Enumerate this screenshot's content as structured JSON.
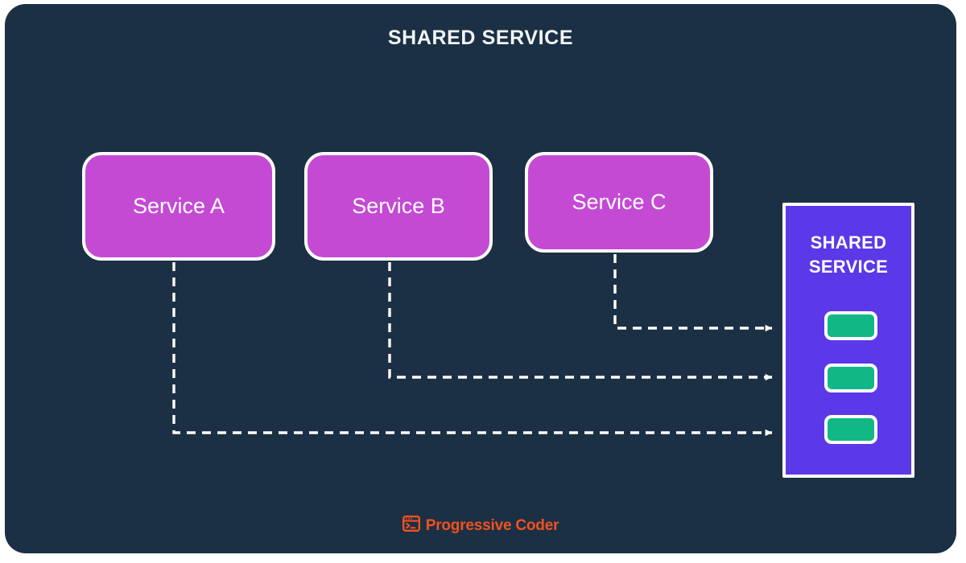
{
  "diagram": {
    "title": "SHARED SERVICE",
    "background_color": "#1b3044",
    "page_background": "#ffffff"
  },
  "services": [
    {
      "id": "service-a",
      "label": "Service A",
      "fill": "#c44ad4"
    },
    {
      "id": "service-b",
      "label": "Service B",
      "fill": "#c44ad4"
    },
    {
      "id": "service-c",
      "label": "Service C",
      "fill": "#c44ad4"
    }
  ],
  "shared_panel": {
    "title_line1": "SHARED",
    "title_line2": "SERVICE",
    "fill": "#5b38e8",
    "border_color": "#ffffff",
    "chips": [
      {
        "id": "shared-resource-1",
        "fill": "#11b886"
      },
      {
        "id": "shared-resource-2",
        "fill": "#11b886"
      },
      {
        "id": "shared-resource-3",
        "fill": "#11b886"
      }
    ]
  },
  "connectors": [
    {
      "id": "connector-service-c",
      "from": "service-c",
      "to": "shared-resource-1",
      "style": "dashed",
      "color": "#ffffff",
      "arrow": "filled-triangle"
    },
    {
      "id": "connector-service-b",
      "from": "service-b",
      "to": "shared-resource-2",
      "style": "dashed",
      "color": "#ffffff",
      "arrow": "filled-triangle"
    },
    {
      "id": "connector-service-a",
      "from": "service-a",
      "to": "shared-resource-3",
      "style": "dashed",
      "color": "#ffffff",
      "arrow": "filled-triangle"
    }
  ],
  "footer": {
    "brand_text": "Progressive Coder",
    "brand_color": "#f4511e",
    "icon": "terminal-window-icon"
  }
}
